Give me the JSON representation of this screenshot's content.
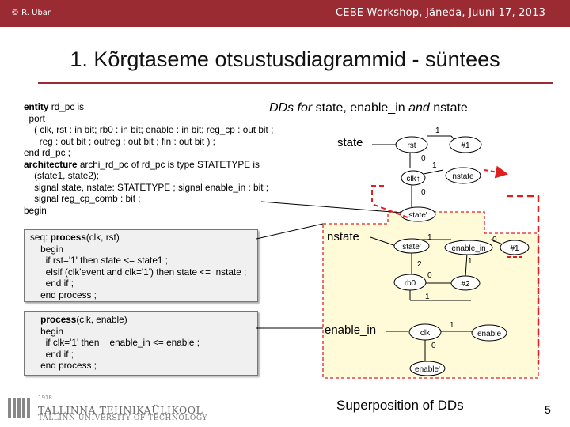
{
  "header": {
    "copyright": "© R. Ubar",
    "workshop": "CEBE Workshop, Jäneda, Juuni 17, 2013"
  },
  "slide": {
    "title": "1. Kõrgtaseme otsustusdiagrammid - süntees",
    "subtitle_italic": "DDs for ",
    "subtitle_rest": "state, enable_in ",
    "subtitle_and": "and",
    "subtitle_end": " nstate",
    "superposition": "Superposition of DDs",
    "page_number": "5"
  },
  "code": {
    "entity_kw": "entity",
    "entity_name": " rd_pc is",
    "lines_top": [
      "  port",
      "    ( clk, rst : in bit; rb0 : in bit; enable : in bit; reg_cp : out bit ;",
      "      reg : out bit ; outreg : out bit ; fin : out bit ) ;",
      "end rd_pc ;"
    ],
    "arch_kw": "architecture",
    "arch_rest": " archi_rd_pc of rd_pc is type STATETYPE is",
    "lines_mid": [
      "    (state1, state2);",
      "    signal state, nstate: STATETYPE ; signal enable_in : bit ;",
      "    signal reg_cp_comb : bit ;",
      "begin"
    ],
    "box1": {
      "seq": "seq: ",
      "process_kw": "process",
      "process_args": "(clk, rst)",
      "lines": [
        "    begin",
        "      if rst='1' then state <= state1 ;",
        "      elsif (clk'event and clk='1') then state <=  nstate ;",
        "      end if ;",
        "    end process ;"
      ]
    },
    "box2": {
      "process_kw": "process",
      "process_args": "(clk, enable)",
      "lines": [
        "    begin",
        "      if clk='1' then    enable_in <= enable ;",
        "      end if ;",
        "    end process ;"
      ]
    }
  },
  "dd": {
    "labels": {
      "state": "state",
      "nstate": "nstate",
      "enable_in": "enable_in"
    },
    "nodes": {
      "rst": "rst",
      "hash1_top": "#1",
      "clk_up": "clk↑",
      "nstate": "nstate",
      "state_prime_top": "state'",
      "state_prime": "state'",
      "enable_in": "enable_in",
      "hash1_mid": "#1",
      "rb0": "rb0",
      "hash2": "#2",
      "clk": "clk",
      "enable": "enable",
      "enable_prime": "enable'"
    },
    "edge_labels": {
      "rst_1": "1",
      "rst_0": "0",
      "clk_1": "1",
      "clk_0": "0",
      "state_1": "1",
      "state_2": "2",
      "state_enable_0": "0",
      "enable_1": "1",
      "rb0_0": "0",
      "rb0_1": "1",
      "clk2_1": "1",
      "clk2_0": "0"
    }
  },
  "footer": {
    "year": "1918",
    "university_et": "TALLINNA TEHNIKAÜLIKOOL",
    "university_en": "TALLINN UNIVERSITY OF TECHNOLOGY"
  },
  "colors": {
    "header_bar": "#9b2b33",
    "dashed_red": "#e02020",
    "dd_fill": "#fffbd8",
    "node_fill": "#ffffff"
  }
}
